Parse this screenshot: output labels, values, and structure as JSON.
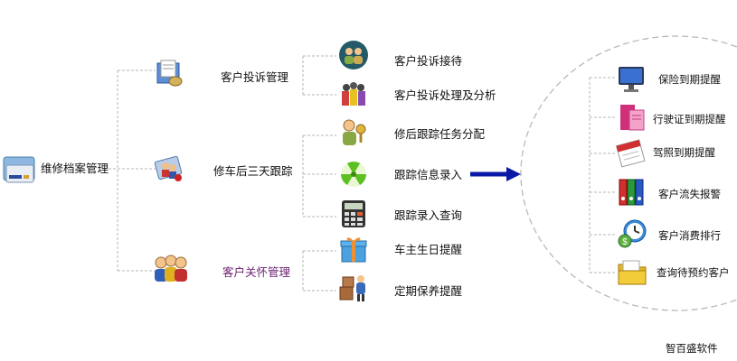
{
  "root": {
    "label": "维修档案管理",
    "icon": "visa-card-folder-icon"
  },
  "branches": [
    {
      "label": "客户投诉管理",
      "icon": "folder-documents-icon",
      "items": [
        {
          "label": "客户投诉接待",
          "icon": "two-people-icon"
        },
        {
          "label": "客户投诉处理及分析",
          "icon": "group-people-icon"
        }
      ]
    },
    {
      "label": "修车后三天跟踪",
      "icon": "people-card-icon",
      "items": [
        {
          "label": "修后跟踪任务分配",
          "icon": "person-key-icon"
        },
        {
          "label": "跟踪信息录入",
          "icon": "radiation-icon"
        },
        {
          "label": "跟踪录入查询",
          "icon": "calculator-icon"
        }
      ]
    },
    {
      "label": "客户关怀管理",
      "label_color": "#6a1d6f",
      "icon": "three-people-icon",
      "items": [
        {
          "label": "车主生日提醒",
          "icon": "gift-box-icon"
        },
        {
          "label": "定期保养提醒",
          "icon": "person-boxes-icon"
        }
      ]
    }
  ],
  "reminders": [
    {
      "label": "保险到期提醒",
      "icon": "monitor-icon"
    },
    {
      "label": "行驶证到期提醒",
      "icon": "pink-document-icon"
    },
    {
      "label": "驾照到期提醒",
      "icon": "calendar-icon"
    },
    {
      "label": "客户流失报警",
      "icon": "binders-icon"
    },
    {
      "label": "客户消费排行",
      "icon": "clock-dollar-icon"
    },
    {
      "label": "查询待预约客户",
      "icon": "yellow-folder-icon"
    }
  ],
  "footer": {
    "brand": "智百盛软件"
  },
  "colors": {
    "line": "#b5b5b5",
    "arrow": "#0a1aa6",
    "circle": "#b9b9b9"
  }
}
